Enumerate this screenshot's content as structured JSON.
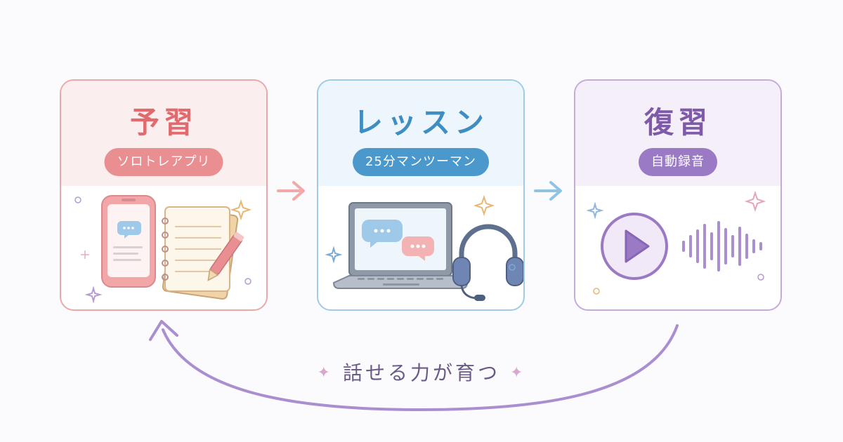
{
  "steps": [
    {
      "title": "予習",
      "tag": "ソロトレアプリ",
      "icon": "phone-notebook-icon"
    },
    {
      "title": "レッスン",
      "tag": "25分マンツーマン",
      "icon": "laptop-headset-icon"
    },
    {
      "title": "復習",
      "tag": "自動録音",
      "icon": "play-waveform-icon"
    }
  ],
  "cycle_label": "話せる力が育つ",
  "colors": {
    "prep": "#e98f92",
    "lesson": "#4a98cc",
    "review": "#9a7ac4",
    "loop": "#a98fd0"
  }
}
